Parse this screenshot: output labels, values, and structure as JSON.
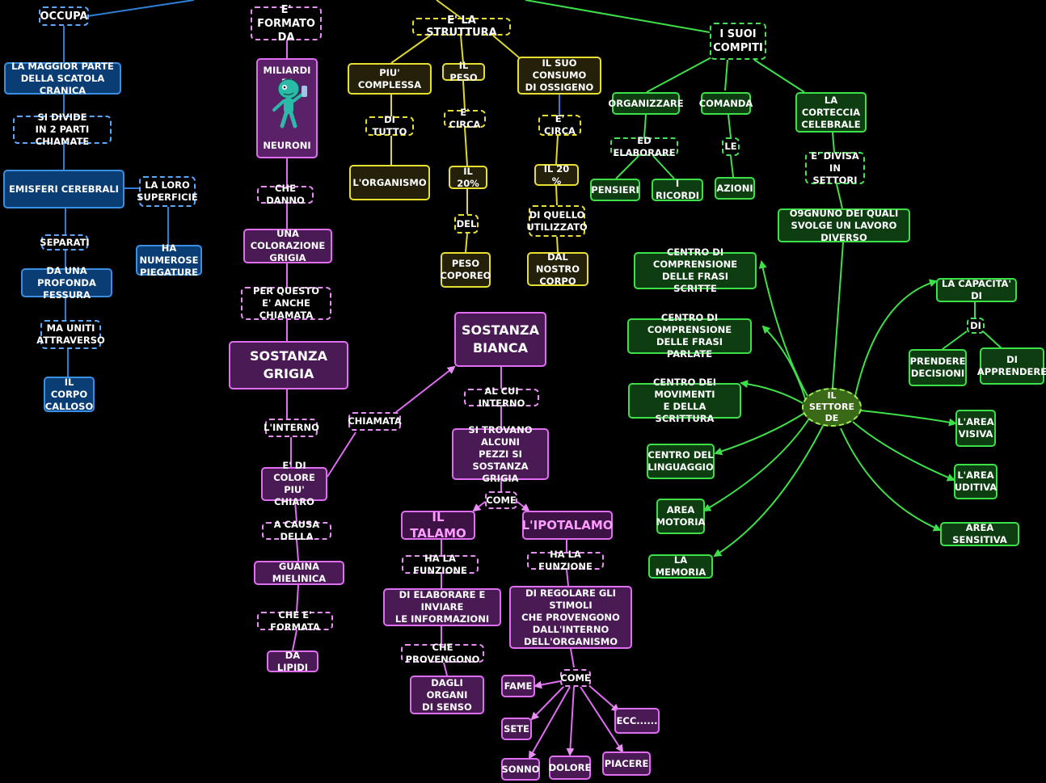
{
  "colors": {
    "blue": "#3b8fe2",
    "purple": "#e06ef2",
    "yellow": "#e7df32",
    "green": "#3ee04a",
    "background": "#000000"
  },
  "nodes": {
    "occupa": "OCCUPA",
    "maggior_parte": "LA MAGGIOR PARTE\nDELLA SCATOLA CRANICA",
    "si_divide": "SI DIVIDE\nIN 2 PARTI CHIAMATE",
    "emisferi": "EMISFERI CEREBRALI",
    "loro_superficie": "LA LORO\nSUPERFICIE",
    "piegature": "HA NUMEROSE\nPIEGATURE",
    "separati": "SEPARATI",
    "profonda_fessura": "DA UNA PROFONDA\nFESSURA",
    "ma_uniti": "MA UNITI\nATTRAVERSO",
    "corpo_calloso": "IL CORPO\nCALLOSO",
    "formato_da": "E' FORMATO\nDA",
    "miliardi_top": "MILIARDI DI",
    "miliardi_bottom": "NEURONI",
    "che_danno": "CHE DANNO",
    "colorazione": "UNA COLORAZIONE\nGRIGIA",
    "per_questo": "PER QUESTO\nE' ANCHE CHIAMATA",
    "sostanza_grigia": "SOSTANZA GRIGIA",
    "interno": "L'INTERNO",
    "colore_chiaro": "E' DI COLORE\nPIU' CHIARO",
    "a_causa": "A CAUSA DELLA",
    "guaina": "GUAINA MIELINICA",
    "formata": "CHE E' FORMATA",
    "lipidi": "DA LIPIDI",
    "chiamata": "CHIAMATA",
    "sostanza_bianca": "SOSTANZA\nBIANCA",
    "al_cui_interno": "AL CUI INTERNO",
    "pezzi": "SI TROVANO ALCUNI\nPEZZI SI\nSOSTANZA GRIGIA",
    "come1": "COME",
    "talamo": "IL TALAMO",
    "ipotalamo": "L'IPOTALAMO",
    "ha_funzione1": "HA LA FUNZIONE",
    "ha_funzione2": "HA LA FUNZIONE",
    "elaborare_inviare": "DI ELABORARE E INVIARE\nLE INFORMAZIONI",
    "che_provengono": "CHE PROVENGONO",
    "organi_senso": "DAGLI ORGANI\nDI SENSO",
    "regolare": "DI REGOLARE GLI STIMOLI\nCHE PROVENGONO\nDALL'INTERNO\nDELL'ORGANISMO",
    "come2": "COME",
    "fame": "FAME",
    "sete": "SETE",
    "sonno": "SONNO",
    "dolore": "DOLORE",
    "piacere": "PIACERE",
    "ecc": "ECC......",
    "la_struttura": "E' LA STRUTTURA",
    "piu_complessa": "PIU' COMPLESSA",
    "di_tutto": "DI TUTTO",
    "organismo": "L'ORGANISMO",
    "il_peso": "IL PESO",
    "circa1": "E' CIRCA",
    "venti1": "IL 20%",
    "del": "DEL",
    "peso_corporeo": "PESO\nCOPOREO",
    "consumo": "IL SUO CONSUMO\nDI OSSIGENO",
    "circa2": "E' CIRCA",
    "venti2": "IL 20 %",
    "di_quello": "DI QUELLO\nUTILIZZATO",
    "nostro_corpo": "DAL NOSTRO\nCORPO",
    "suoi_compiti": "I SUOI\nCOMPITI",
    "organizzare": "ORGANIZZARE",
    "ed_elaborare": "ED ELABORARE",
    "pensieri": "PENSIERI",
    "ricordi": "I RICORDI",
    "comanda": "COMANDA",
    "le": "LE",
    "azioni": "AZIONI",
    "corteccia": "LA CORTECCIA\nCELEBRALE",
    "divisa_settori": "E' DIVISA IN\nSETTORI",
    "ognuno": "O9GNUNO DEI QUALI\nSVOLGE UN LAVORO DIVERSO",
    "settore": "IL SETTORE\nDE",
    "frasi_scritte": "CENTRO DI COMPRENSIONE\nDELLE FRASI SCRITTE",
    "frasi_parlate": "CENTRO DI COMPRENSIONE\nDELLE FRASI PARLATE",
    "movimenti": "CENTRO DEI MOVIMENTI\nE DELLA SCRITTURA",
    "linguaggio": "CENTRO DEL\nLINGUAGGIO",
    "area_motoria": "AREA\nMOTORIA",
    "memoria": "LA MEMORIA",
    "capacita": "LA CAPACITA' DI",
    "di": "DI",
    "prendere": "PRENDERE\nDECISIONI",
    "apprendere": "DI\nAPPRENDERE",
    "area_visiva": "L'AREA\nVISIVA",
    "area_uditiva": "L'AREA\nUDITIVA",
    "area_sensitiva": "AREA SENSITIVA"
  }
}
